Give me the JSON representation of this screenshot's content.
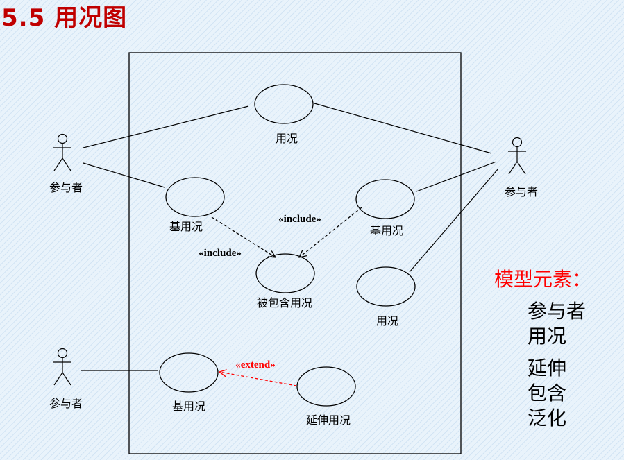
{
  "title": "5.5 用况图",
  "colors": {
    "title": "#c00000",
    "heading": "#ff0000",
    "extend": "#ff0000",
    "line": "#000000"
  },
  "diagram": {
    "actors": [
      "参与者",
      "参与者",
      "参与者"
    ],
    "use_cases": [
      "用况",
      "基用况",
      "基用况",
      "被包含用况",
      "用况",
      "基用况",
      "延伸用况"
    ],
    "relationships": {
      "include_1": "«include»",
      "include_2": "«include»",
      "extend": "«extend»"
    }
  },
  "model_elements": {
    "heading": "模型元素：",
    "items": [
      "参与者",
      "用况",
      "延伸",
      "包含",
      "泛化"
    ]
  }
}
